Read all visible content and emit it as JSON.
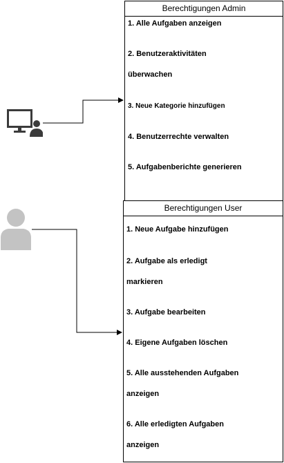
{
  "admin_box": {
    "title": "Berechtigungen Admin",
    "items": [
      "1. Alle Aufgaben anzeigen",
      "2. Benutzeraktivitäten",
      "überwachen",
      "3. Neue Kategorie hinzufügen",
      "4. Benutzerrechte verwalten",
      "5. Aufgabenberichte generieren"
    ]
  },
  "user_box": {
    "title": "Berechtigungen User",
    "items": [
      "1. Neue Aufgabe hinzufügen",
      "2. Aufgabe als erledigt",
      "markieren",
      "3. Aufgabe bearbeiten",
      "4. Eigene Aufgaben löschen",
      "5. Alle ausstehenden Aufgaben",
      "anzeigen",
      "6. Alle erledigten Aufgaben",
      "anzeigen"
    ]
  },
  "icons": {
    "admin": "admin-computer-user-icon",
    "user": "user-person-icon"
  },
  "colors": {
    "icon_dark": "#3b3b3b",
    "icon_gray": "#c3c3c3",
    "line": "#000000"
  }
}
